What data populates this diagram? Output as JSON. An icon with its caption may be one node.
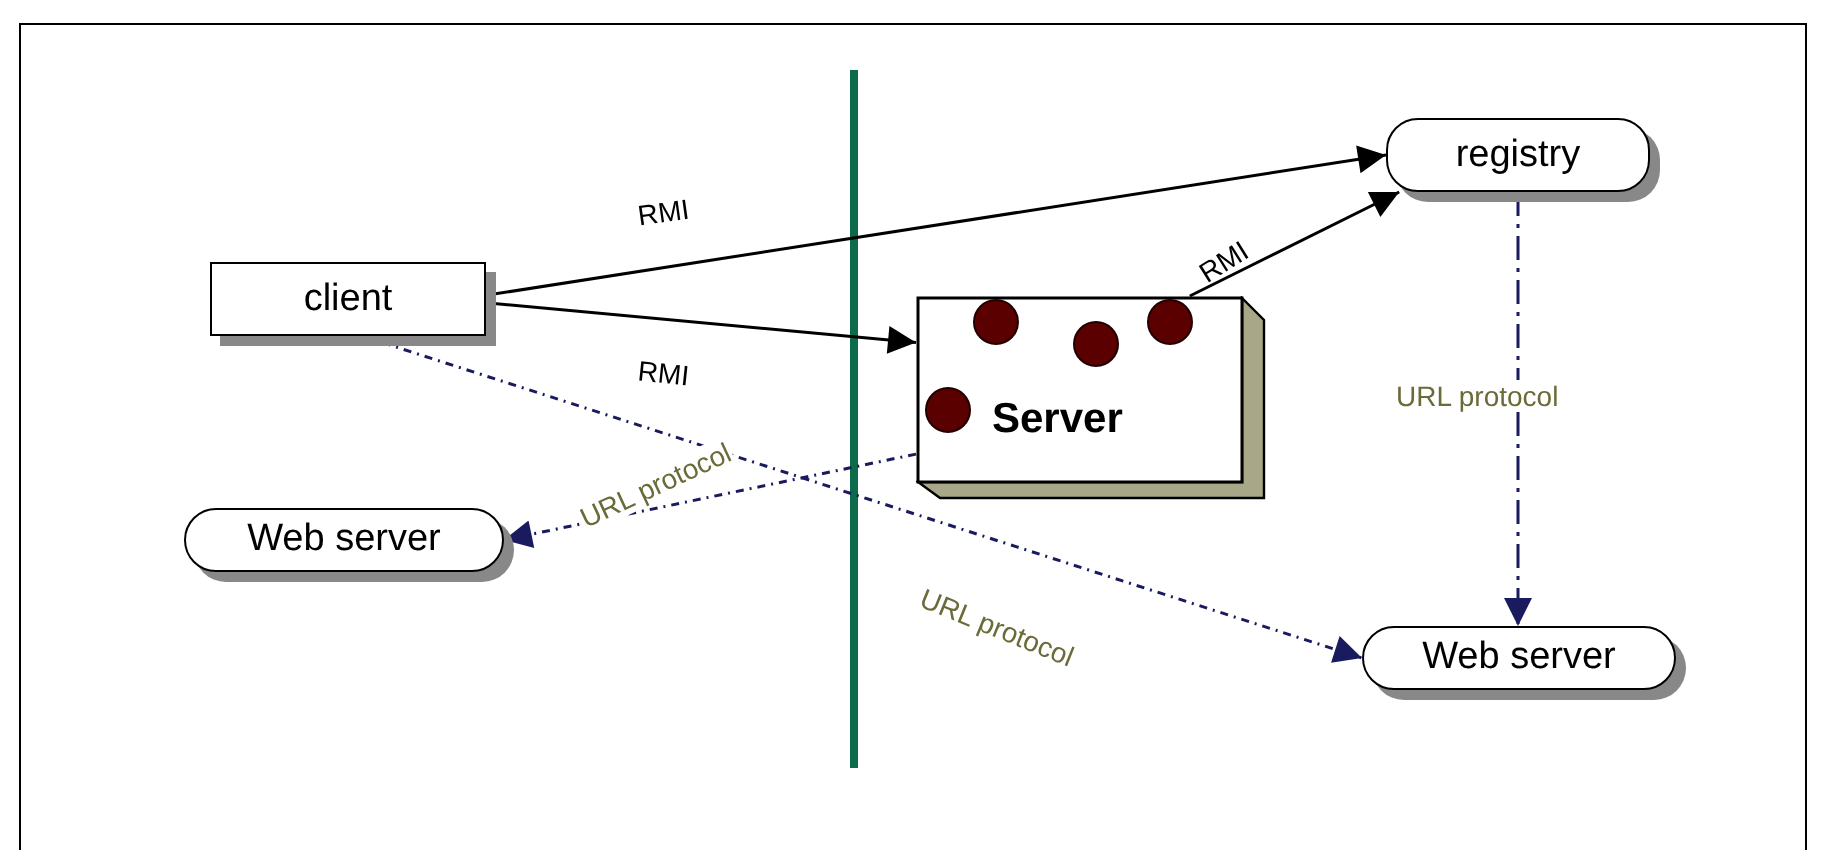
{
  "diagram": {
    "nodes": [
      {
        "text": [
          "client"
        ]
      },
      {
        "text": [
          "registry"
        ]
      },
      {
        "text": [
          "Server"
        ]
      },
      {
        "text": [
          "Web server"
        ]
      },
      {
        "text": [
          "Web server"
        ]
      }
    ],
    "edges": [
      {
        "from": 0,
        "to": 1,
        "arrow": "to",
        "label": "RMI"
      },
      {
        "from": 0,
        "to": 2,
        "arrow": "to",
        "label": "RMI"
      },
      {
        "from": 2,
        "to": 1,
        "arrow": "to",
        "label": "RMI"
      },
      {
        "from": 0,
        "to": 4,
        "arrow": "to",
        "label": "URL protocol",
        "style": "dashed",
        "color": "#1a1a5e"
      },
      {
        "from": 2,
        "to": 3,
        "arrow": "to",
        "label": "URL protocol",
        "style": "dashed",
        "color": "#1a1a5e"
      },
      {
        "from": 1,
        "to": 4,
        "arrow": "to",
        "label": "URL protocol",
        "style": "dashed",
        "color": "#1a1a5e"
      }
    ]
  }
}
